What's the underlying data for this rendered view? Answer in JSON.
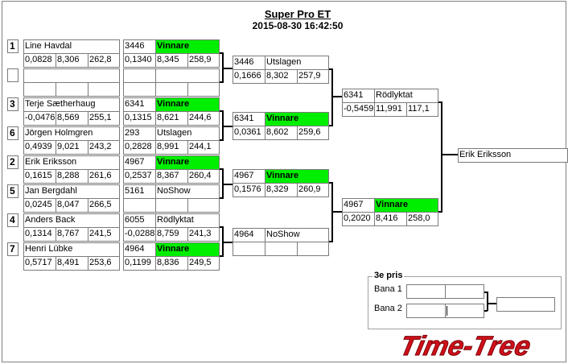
{
  "header": {
    "title": "Super Pro ET",
    "datetime": "2015-08-30 16:42:50"
  },
  "seeds": [
    {
      "seed": "1",
      "name": "Line Havdal",
      "r": [
        "0,0828",
        "8,306",
        "262,8"
      ]
    },
    {
      "seed": "",
      "name": "",
      "r": [
        "",
        "",
        ""
      ]
    },
    {
      "seed": "3",
      "name": "Terje Sætherhaug",
      "r": [
        "-0,0476",
        "8,569",
        "255,1"
      ]
    },
    {
      "seed": "6",
      "name": "Jörgen Holmgren",
      "r": [
        "0,4939",
        "9,021",
        "243,2"
      ]
    },
    {
      "seed": "2",
      "name": "Erik Eriksson",
      "r": [
        "0,1615",
        "8,288",
        "261,6"
      ]
    },
    {
      "seed": "5",
      "name": "Jan Bergdahl",
      "r": [
        "0,0245",
        "8,047",
        "266,5"
      ]
    },
    {
      "seed": "4",
      "name": "Anders Back",
      "r": [
        "0,1314",
        "8,767",
        "241,5"
      ]
    },
    {
      "seed": "7",
      "name": "Henri Lübke",
      "r": [
        "0,5717",
        "8,491",
        "253,6"
      ]
    }
  ],
  "round1": [
    {
      "id": "3446",
      "status": "Vinnare",
      "r": [
        "0,1340",
        "8,345",
        "258,9"
      ]
    },
    {
      "id": "",
      "status": "",
      "r": [
        "",
        "",
        ""
      ]
    },
    {
      "id": "6341",
      "status": "Vinnare",
      "r": [
        "0,1315",
        "8,621",
        "244,6"
      ]
    },
    {
      "id": "293",
      "status": "Utslagen",
      "r": [
        "0,2828",
        "8,991",
        "244,1"
      ]
    },
    {
      "id": "4967",
      "status": "Vinnare",
      "r": [
        "0,2537",
        "8,367",
        "260,4"
      ]
    },
    {
      "id": "5161",
      "status": "NoShow",
      "r": [
        "",
        "",
        ""
      ]
    },
    {
      "id": "6055",
      "status": "Rödlyktat",
      "r": [
        "-0,0288",
        "8,759",
        "241,3"
      ]
    },
    {
      "id": "4964",
      "status": "Vinnare",
      "r": [
        "0,1199",
        "8,836",
        "249,5"
      ]
    }
  ],
  "round2": [
    {
      "id": "3446",
      "status": "Utslagen",
      "r": [
        "0,1666",
        "8,302",
        "257,9"
      ]
    },
    {
      "id": "6341",
      "status": "Vinnare",
      "r": [
        "0,0361",
        "8,602",
        "259,6"
      ]
    },
    {
      "id": "4967",
      "status": "Vinnare",
      "r": [
        "0,1576",
        "8,329",
        "260,9"
      ]
    },
    {
      "id": "4964",
      "status": "NoShow",
      "r": [
        "",
        "",
        ""
      ]
    }
  ],
  "round3": [
    {
      "id": "6341",
      "status": "Rödlyktat",
      "r": [
        "-0,5459",
        "11,991",
        "117,1"
      ]
    },
    {
      "id": "4967",
      "status": "Vinnare",
      "r": [
        "0,2020",
        "8,416",
        "258,0"
      ]
    }
  ],
  "final": {
    "winner": "Erik Eriksson"
  },
  "third_place": {
    "label": "3e pris",
    "lane1": "Bana 1",
    "lane2": "Bana 2"
  },
  "logo": {
    "text": "Time-Tree"
  },
  "colors": {
    "winner": "#00ee00",
    "logo": "#d0101a"
  }
}
